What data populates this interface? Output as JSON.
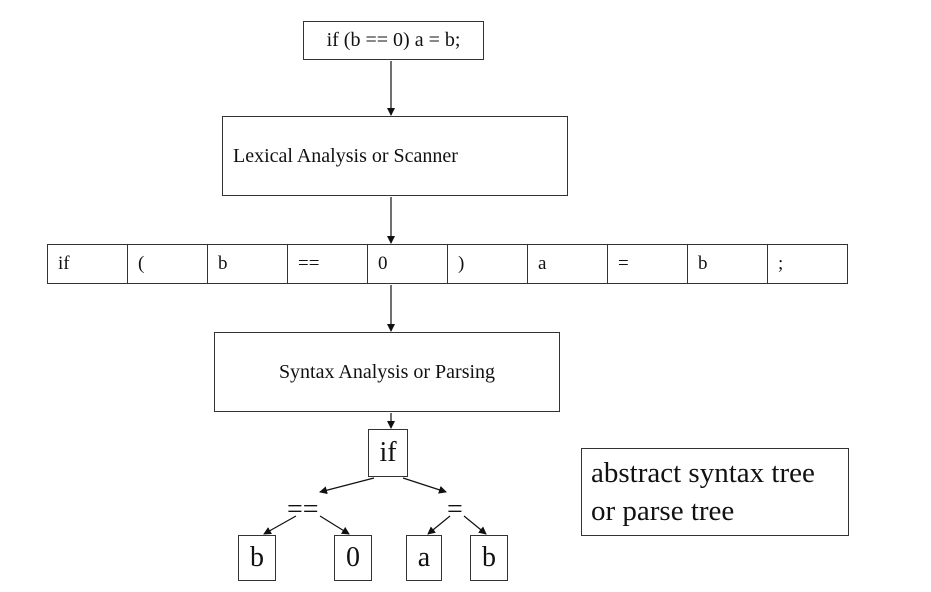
{
  "source_code": "if (b == 0) a = b;",
  "stages": {
    "lexical": "Lexical Analysis or Scanner",
    "syntax": "Syntax Analysis or Parsing"
  },
  "tokens": [
    "if",
    "(",
    "b",
    "==",
    "0",
    ")",
    "a",
    "=",
    "b",
    ";"
  ],
  "tree": {
    "root": "if",
    "left_op": "==",
    "right_op": "=",
    "leaves": [
      "b",
      "0",
      "a",
      "b"
    ]
  },
  "legend": {
    "line1": "abstract syntax tree",
    "line2": "or parse tree"
  }
}
